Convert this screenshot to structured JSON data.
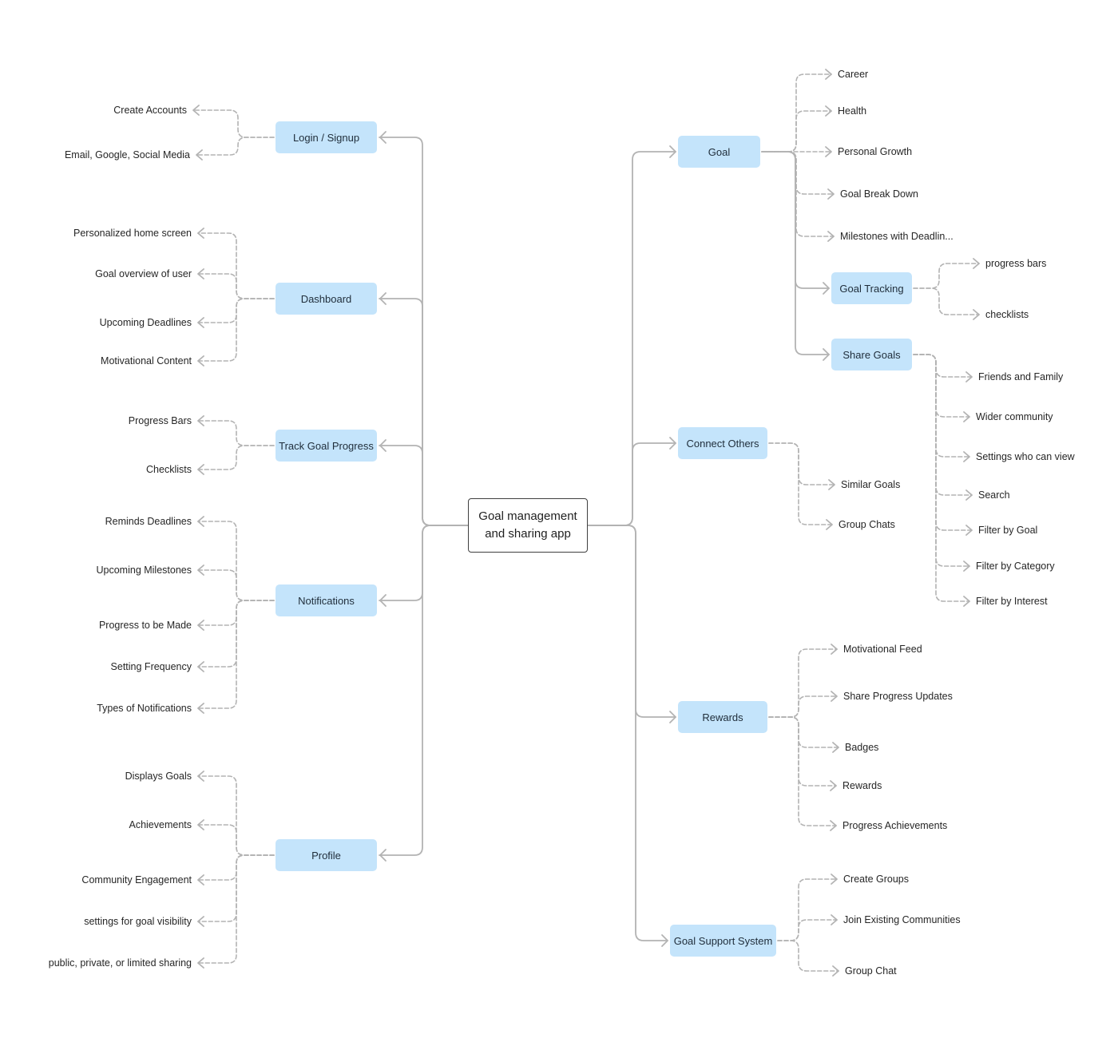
{
  "center": {
    "line1": "Goal management",
    "line2": "and sharing app"
  },
  "left_branches": [
    {
      "label": "Login / Signup",
      "children": [
        "Create Accounts",
        "Email, Google, Social Media"
      ]
    },
    {
      "label": "Dashboard",
      "children": [
        "Personalized home screen",
        "Goal overview of user",
        "Upcoming Deadlines",
        "Motivational Content"
      ]
    },
    {
      "label": "Track Goal Progress",
      "children": [
        "Progress Bars",
        "Checklists"
      ]
    },
    {
      "label": "Notifications",
      "children": [
        "Reminds Deadlines",
        "Upcoming Milestones",
        "Progress to be Made",
        "Setting Frequency",
        "Types of Notifications"
      ]
    },
    {
      "label": "Profile",
      "children": [
        "Displays Goals",
        "Achievements",
        "Community Engagement",
        "settings for goal visibility",
        "public, private, or limited sharing"
      ]
    }
  ],
  "right_branches": [
    {
      "label": "Goal",
      "children": [
        "Career",
        "Health",
        "Personal Growth",
        "Goal Break Down",
        "Milestones with Deadlin..."
      ]
    },
    {
      "label": "Goal Tracking",
      "children": [
        "progress bars",
        "checklists"
      ]
    },
    {
      "label": "Share Goals",
      "children": [
        "Friends and Family",
        "Wider community",
        "Settings who can view",
        "Search",
        "Filter by Goal",
        "Filter by Category",
        "Filter by Interest"
      ]
    },
    {
      "label": "Connect Others",
      "children": [
        "Similar Goals",
        "Group Chats"
      ]
    },
    {
      "label": "Rewards",
      "children": [
        "Motivational Feed",
        "Share Progress Updates",
        "Badges",
        "Rewards",
        "Progress Achievements"
      ]
    },
    {
      "label": "Goal Support System",
      "children": [
        "Create Groups",
        "Join Existing Communities",
        "Group Chat"
      ]
    }
  ],
  "colors": {
    "node_fill": "#c4e4fb",
    "solid_edge": "#b3b3b3",
    "dashed_edge": "#b3b3b3",
    "center_border": "#3f3f3f"
  }
}
